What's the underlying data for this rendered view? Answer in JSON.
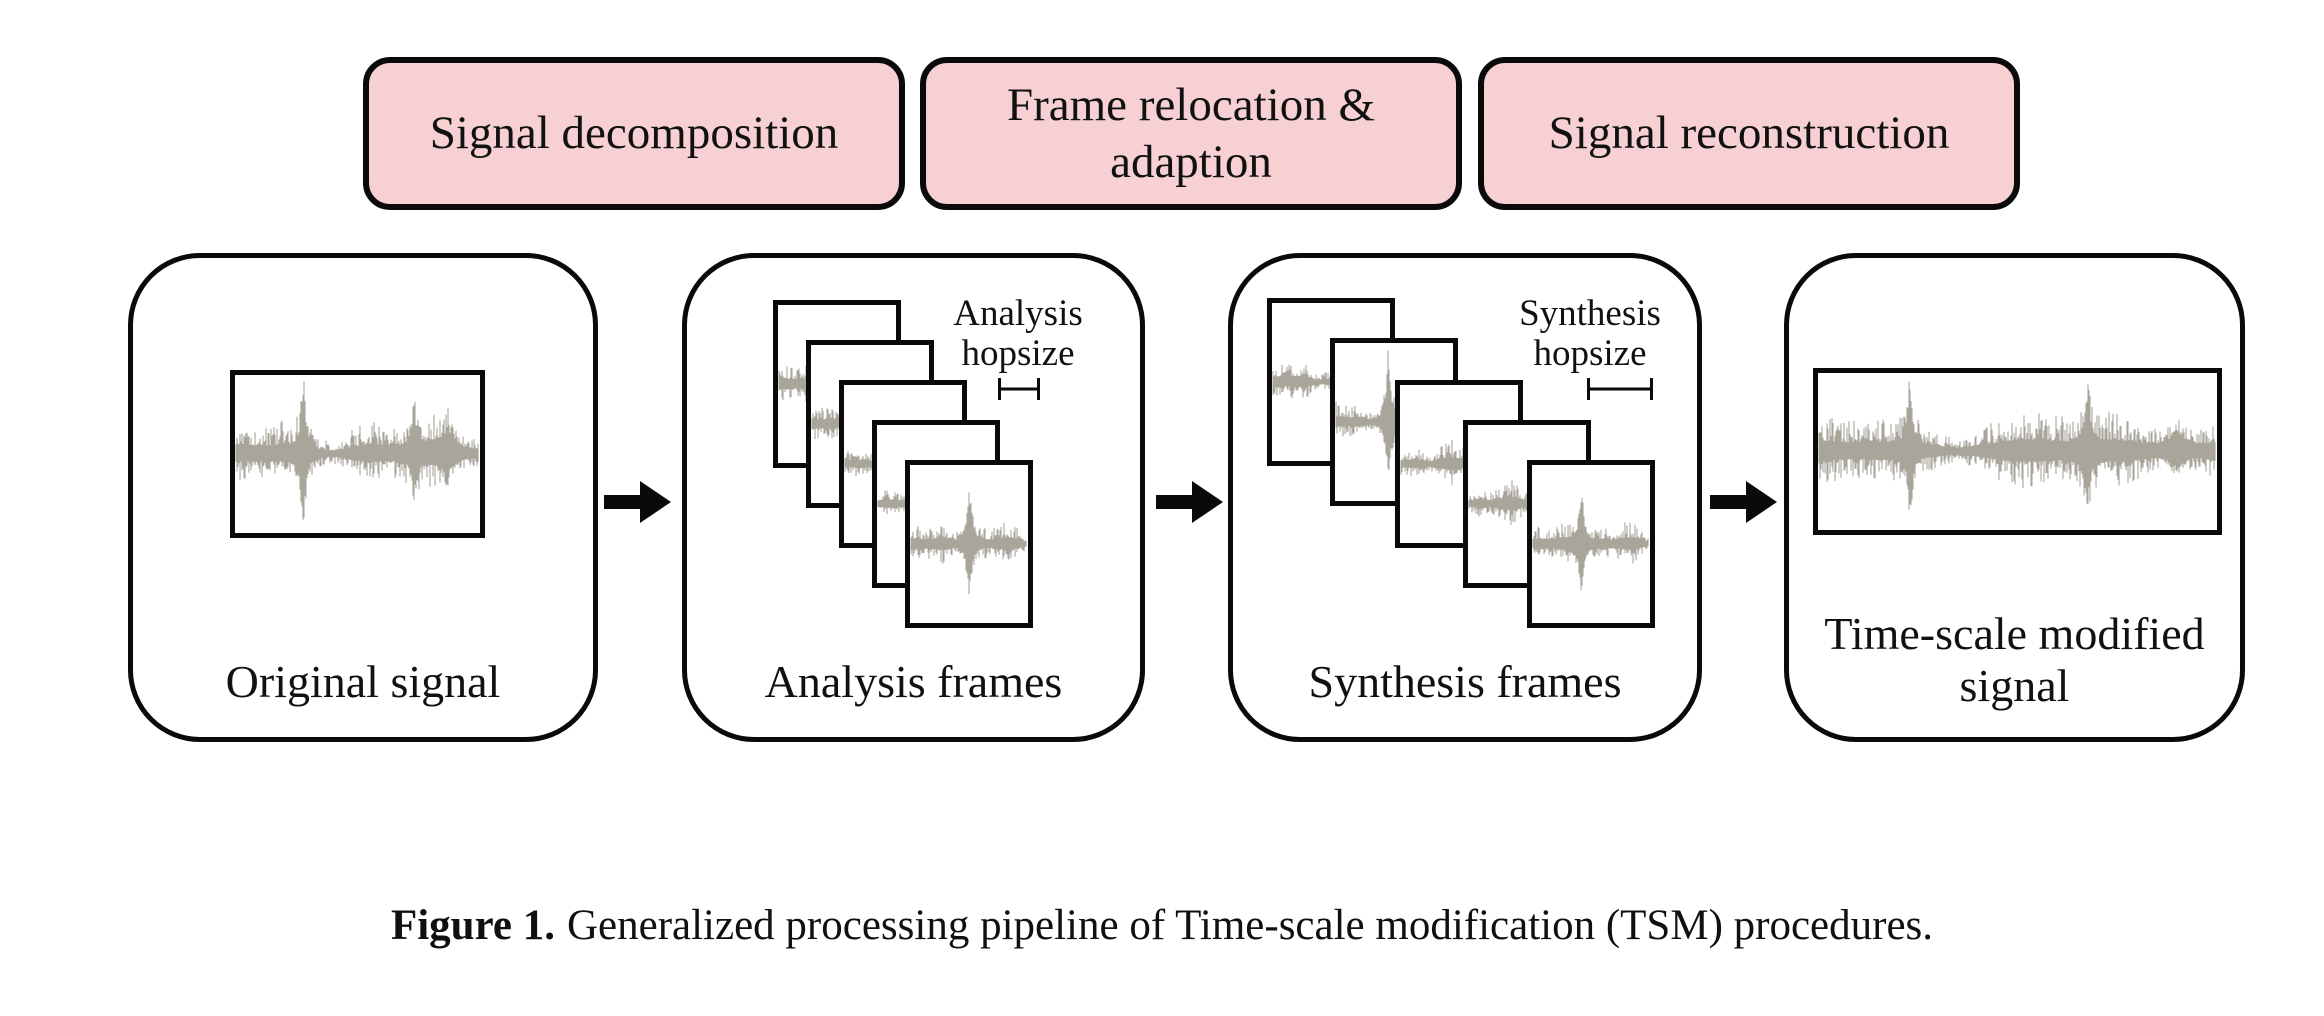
{
  "figure": {
    "steps": [
      {
        "lines": [
          "Signal decomposition",
          ""
        ]
      },
      {
        "lines": [
          "Frame relocation &",
          "adaption"
        ]
      },
      {
        "lines": [
          "Signal reconstruction",
          ""
        ]
      }
    ],
    "stages": [
      {
        "label_lines": [
          "Original signal",
          ""
        ]
      },
      {
        "label_lines": [
          "Analysis frames",
          ""
        ],
        "annotation_lines": [
          "Analysis",
          "hopsize"
        ]
      },
      {
        "label_lines": [
          "Synthesis frames",
          ""
        ],
        "annotation_lines": [
          "Synthesis",
          "hopsize"
        ]
      },
      {
        "label_lines": [
          "Time-scale modified",
          "signal"
        ]
      }
    ],
    "caption": {
      "bold": "Figure 1.",
      "text": "Generalized processing pipeline of Time-scale modification (TSM) procedures."
    }
  },
  "colors": {
    "step_fill": "#f6d0d3",
    "outline": "#0a0a0a",
    "waveform": "#a9a59b"
  },
  "waveforms": {
    "original": {
      "main_spikes": [
        0.28,
        0.73
      ],
      "minor_spikes": [
        0.87
      ]
    },
    "modified": {
      "main_spikes": [
        0.23,
        0.675
      ],
      "minor_spikes": [
        0.9
      ]
    },
    "analysis_frame_spikes": [
      null,
      null,
      null,
      null,
      0.5
    ],
    "synthesis_frame_spikes": [
      null,
      0.45,
      null,
      null,
      0.42
    ]
  }
}
